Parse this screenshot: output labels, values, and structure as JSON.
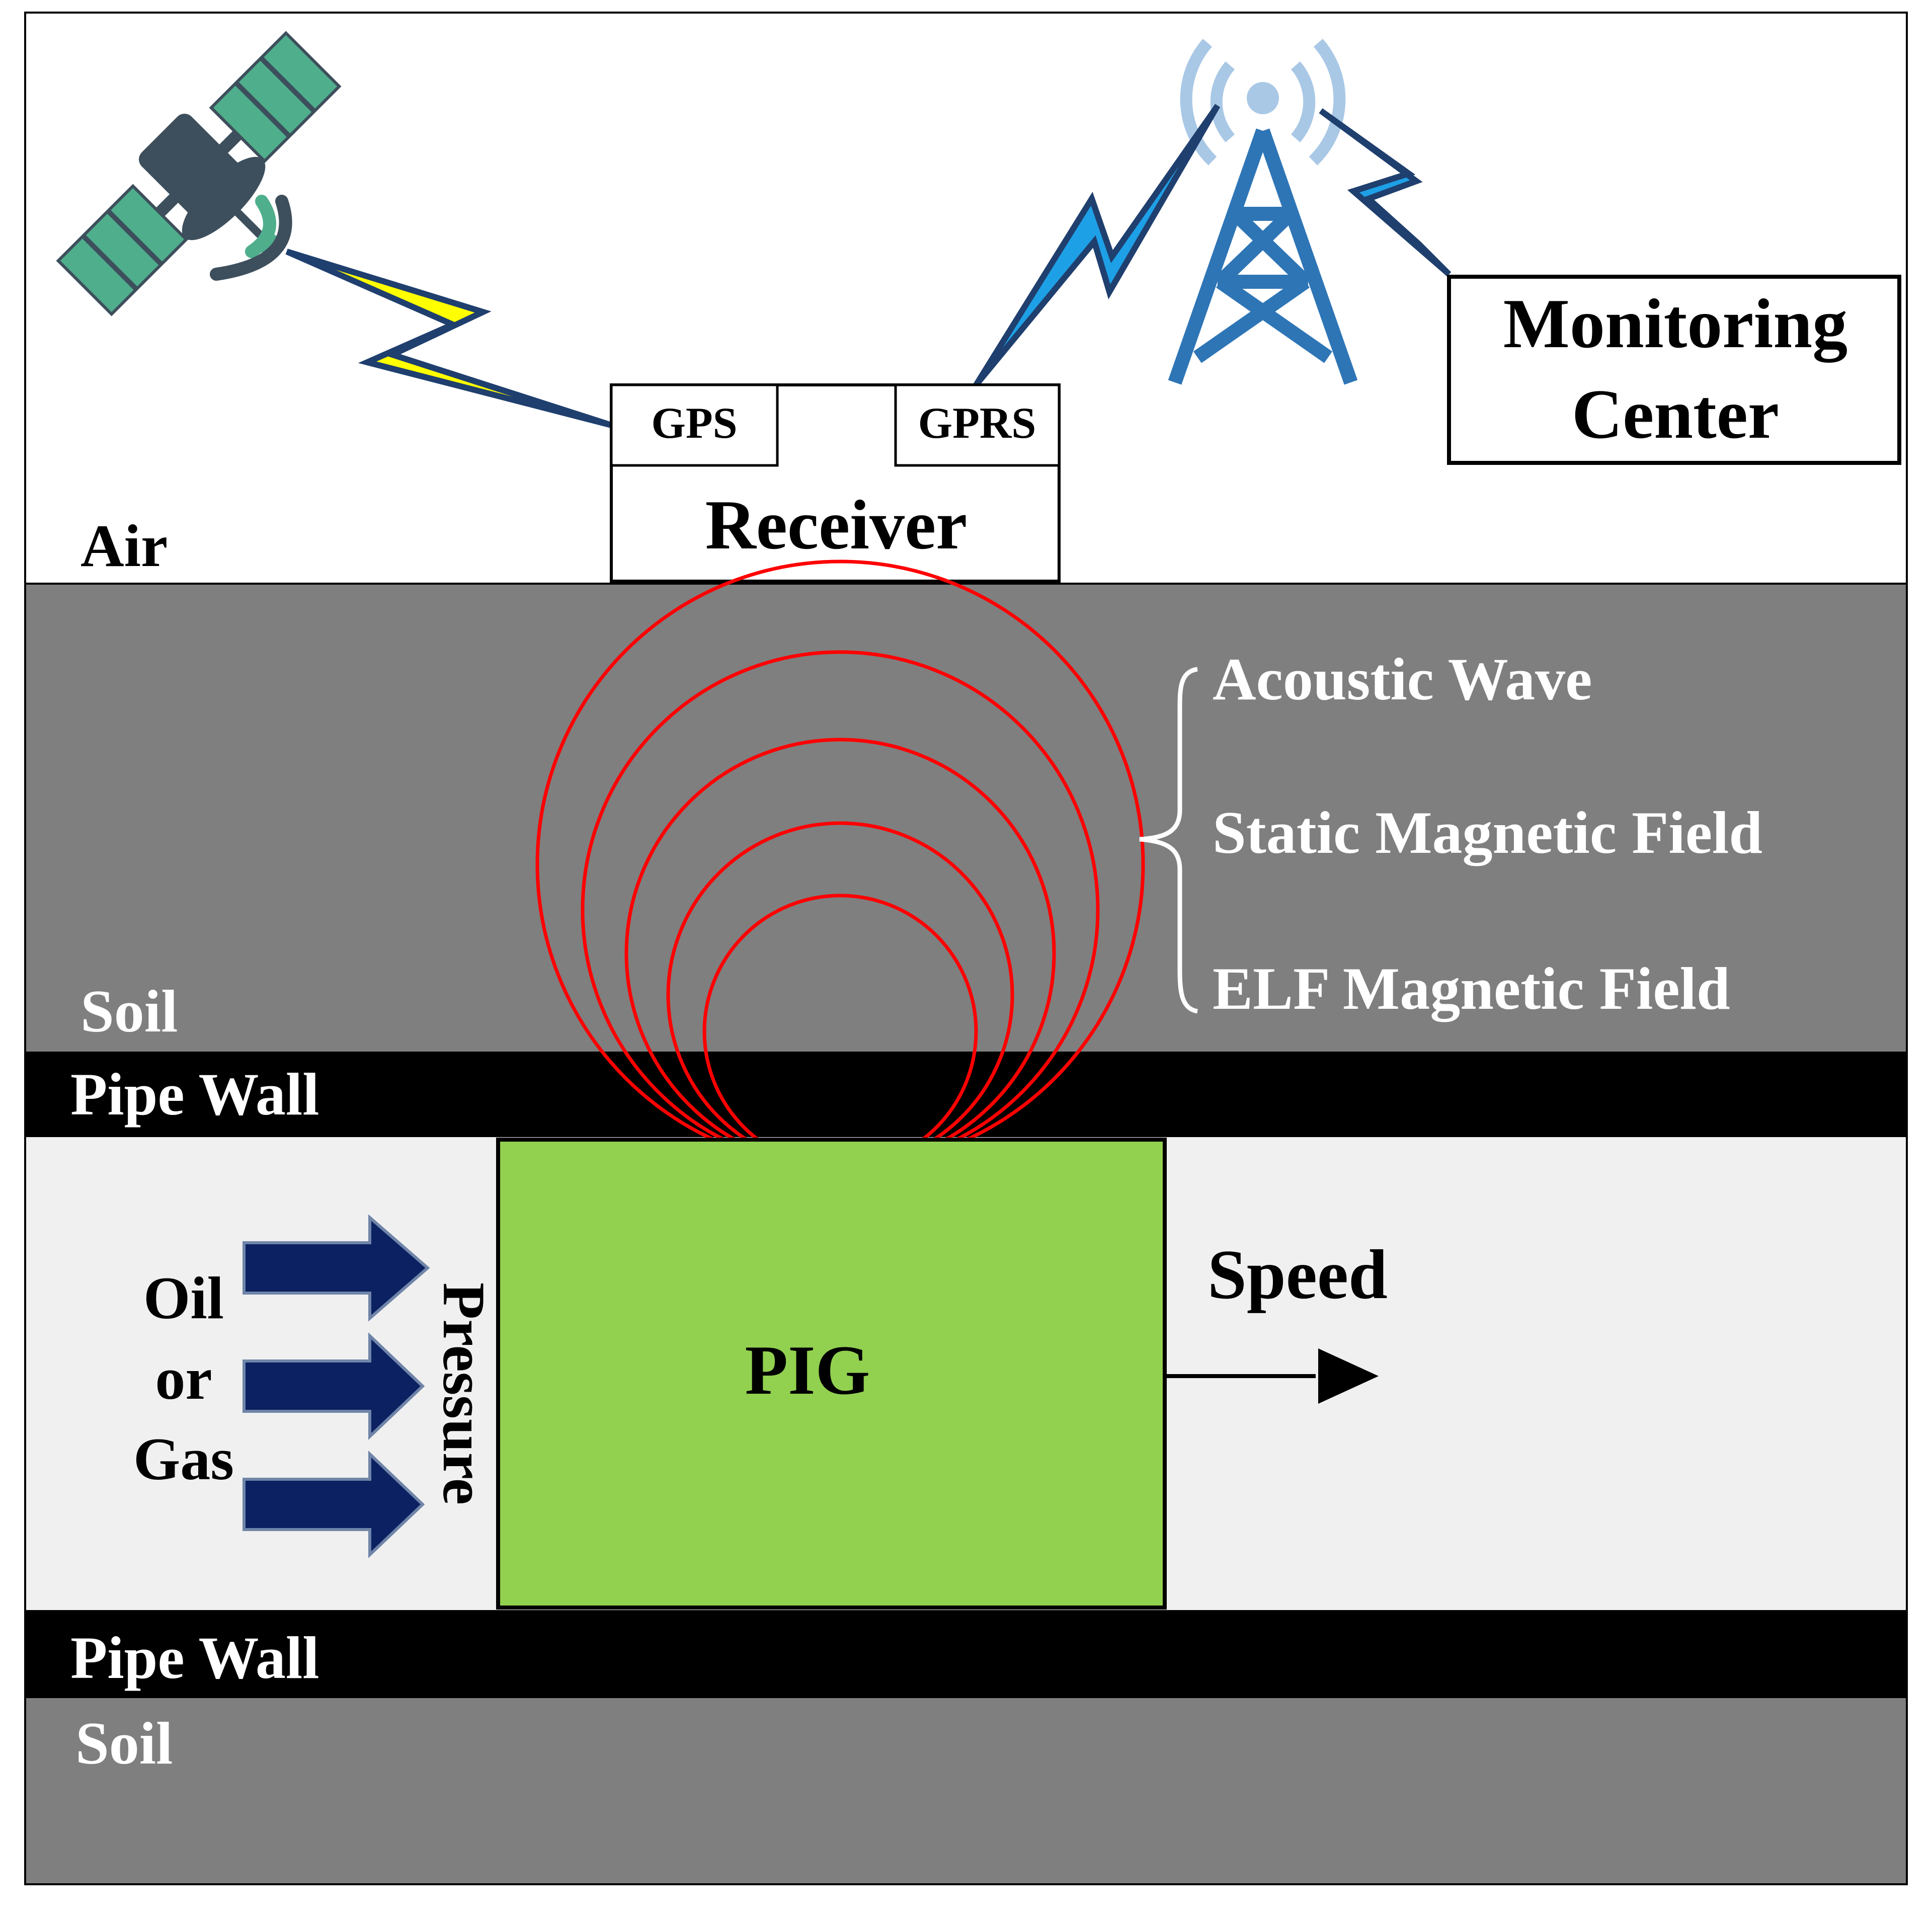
{
  "layers": {
    "air": "Air",
    "soil_upper": "Soil",
    "pipe_wall_upper": "Pipe Wall",
    "pipe_wall_lower": "Pipe Wall",
    "soil_lower": "Soil"
  },
  "receiver": {
    "label": "Receiver",
    "gps": "GPS",
    "gprs": "GPRS"
  },
  "monitoring_center": {
    "line1": "Monitoring",
    "line2": "Center"
  },
  "signals": {
    "item1": "Acoustic Wave",
    "item2": "Static Magnetic Field",
    "item3": "ELF Magnetic Field"
  },
  "pig": {
    "label": "PIG"
  },
  "flow": {
    "line1": "Oil",
    "line2": "or",
    "line3": "Gas",
    "pressure": "Pressure"
  },
  "motion": {
    "speed": "Speed"
  },
  "colors": {
    "soil": "#7f7f7f",
    "pipe_wall": "#000000",
    "pipe_interior": "#f0f0f0",
    "pig": "#92d050",
    "field_lines": "#ff0000",
    "flow_arrows": "#0b2161",
    "satellite_panel": "#4fae8c",
    "satellite_body": "#3d4f5c",
    "gps_link": "#ffff00",
    "gprs_link": "#1ea0e6",
    "tower": "#2e75b6",
    "tower_waves": "#a9c8e6"
  },
  "icons": {
    "satellite": "satellite-icon",
    "tower": "radio-tower-icon"
  }
}
